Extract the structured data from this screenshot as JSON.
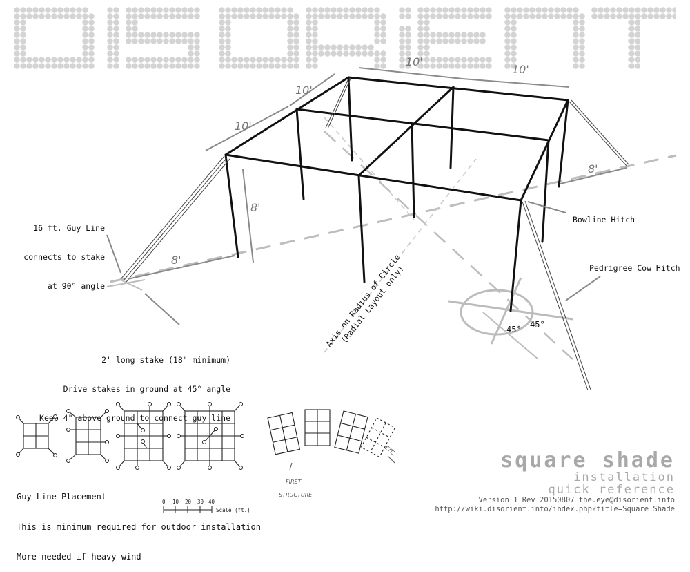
{
  "banner": {
    "text": "DISORIENT",
    "dot_color": "#d4d4d4"
  },
  "structure": {
    "dimensions": {
      "top_left_a": "10'",
      "top_left_b": "10'",
      "top_right_a": "10'",
      "top_right_b": "10'",
      "height": "8'",
      "guy_left": "8'",
      "guy_right": "8'"
    },
    "line_color": "#111111",
    "dim_color": "#8a8a8a"
  },
  "annotations": {
    "guy_line": [
      "16 ft. Guy Line",
      "connects to stake",
      "at 90° angle"
    ],
    "stake": [
      "2' long stake (18\" minimum)",
      "Drive stakes in ground at 45° angle",
      "Keep 4\" above ground to connect guy line"
    ],
    "bowline": "Bowline Hitch",
    "cow_hitch": "Pedrigree Cow Hitch",
    "axis_line1": "Axis on Radius of Circle",
    "axis_line2": "(Radial Layout only)",
    "angle_left": "45°",
    "angle_right": "45°"
  },
  "placement": {
    "title": "Guy Line Placement",
    "line2": "This is minimum required for outdoor installation",
    "line3": "More needed if heavy wind",
    "scale_ticks": [
      "0",
      "10",
      "20",
      "30",
      "40"
    ],
    "scale_label": "Scale (ft.)",
    "first_structure": [
      "FIRST",
      "STRUCTURE"
    ],
    "etc": "ETC."
  },
  "title_block": {
    "title": "Square Shade",
    "subtitle1": "Installation",
    "subtitle2": "Quick Reference",
    "version": "Version 1 Rev 20150807 the.eye@disorient.info",
    "url": "http://wiki.disorient.info/index.php?title=Square_Shade"
  }
}
